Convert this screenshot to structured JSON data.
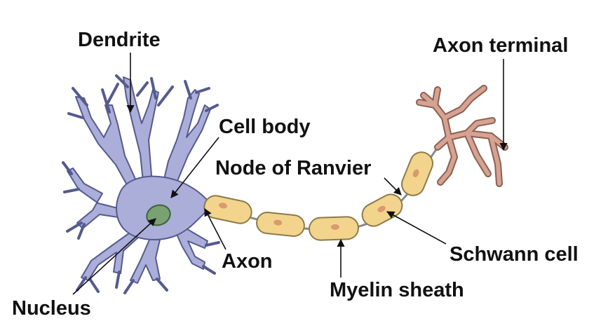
{
  "colors": {
    "background": "#ffffff",
    "cell_body_fill": "#aaaed9",
    "cell_body_stroke": "#555a8e",
    "nucleus_fill": "#7aa173",
    "nucleus_stroke": "#3d6338",
    "myelin_fill": "#f3d48c",
    "myelin_stroke": "#8c7a4a",
    "schwann_nucleus_fill": "#d99a6e",
    "axon_terminal_fill": "#d6a392",
    "axon_terminal_stroke": "#8c5f52",
    "label_text": "#111111",
    "pointer_line": "#111111"
  },
  "labels": {
    "dendrite": "Dendrite",
    "cell_body": "Cell body",
    "node_of_ranvier": "Node of Ranvier",
    "axon_terminal": "Axon terminal",
    "axon": "Axon",
    "nucleus": "Nucleus",
    "myelin_sheath": "Myelin sheath",
    "schwann_cell": "Schwann cell"
  }
}
